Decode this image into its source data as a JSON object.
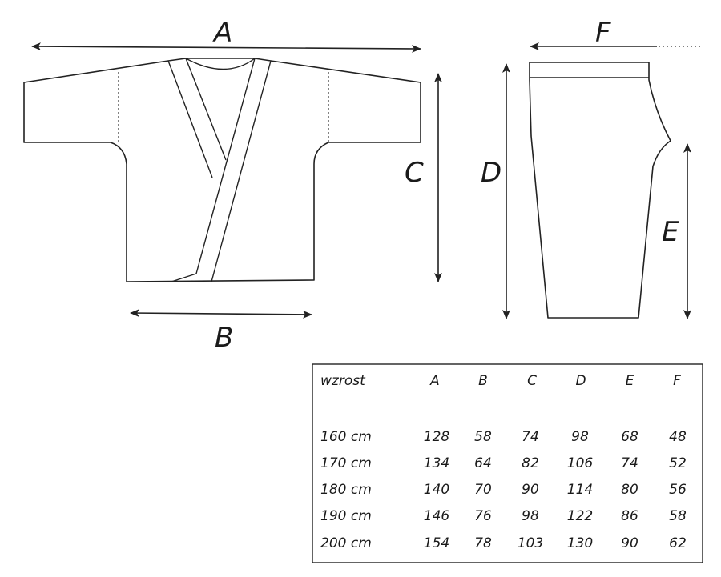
{
  "labels": {
    "A": "A",
    "B": "B",
    "C": "C",
    "D": "D",
    "E": "E",
    "F": "F"
  },
  "table": {
    "headers": [
      "wzrost",
      "A",
      "B",
      "C",
      "D",
      "E",
      "F"
    ],
    "rows": [
      [
        "160 cm",
        "128",
        "58",
        "74",
        "98",
        "68",
        "48"
      ],
      [
        "170 cm",
        "134",
        "64",
        "82",
        "106",
        "74",
        "52"
      ],
      [
        "180 cm",
        "140",
        "70",
        "90",
        "114",
        "80",
        "56"
      ],
      [
        "190 cm",
        "146",
        "76",
        "98",
        "122",
        "86",
        "58"
      ],
      [
        "200 cm",
        "154",
        "78",
        "103",
        "130",
        "90",
        "62"
      ]
    ]
  }
}
